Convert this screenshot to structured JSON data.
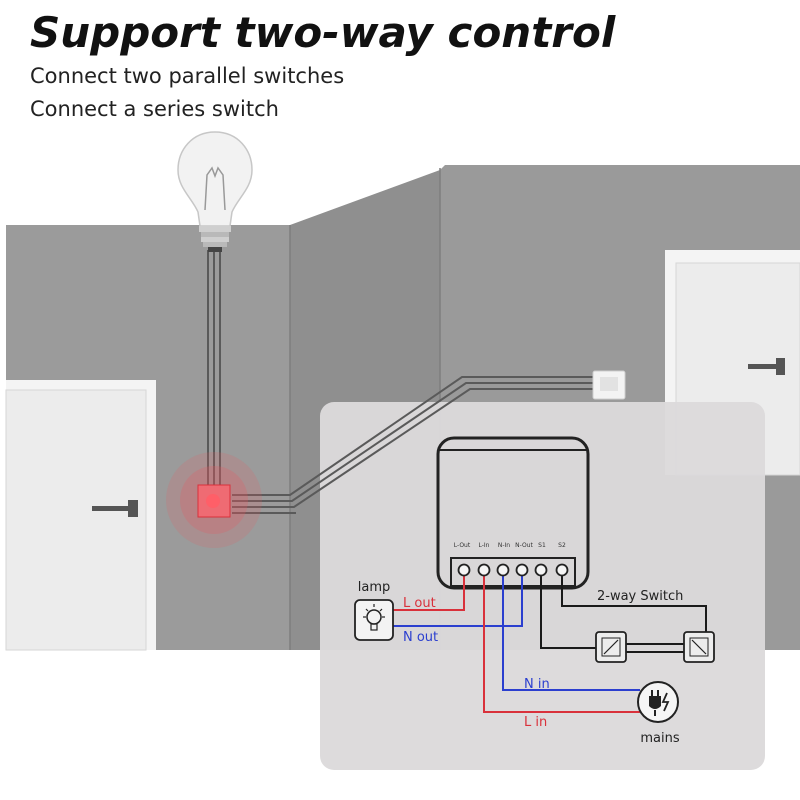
{
  "header": {
    "title": "Support two-way control",
    "subtitle_1": "Connect two parallel switches",
    "subtitle_2": "Connect a series switch"
  },
  "module": {
    "terminals": [
      "L-Out",
      "L-In",
      "N-In",
      "N-Out",
      "S1",
      "S2"
    ]
  },
  "labels": {
    "lamp": "lamp",
    "l_out": "L out",
    "n_out": "N out",
    "two_way_switch": "2-way Switch",
    "n_in": "N in",
    "l_in": "L in",
    "mains": "mains"
  },
  "colors": {
    "wall": "#9b9b9b",
    "wall_dark": "#8c8c8c",
    "panel": "#dcdadb",
    "live_wire": "#d9313b",
    "neutral_wire": "#2b3fcf",
    "switch_wire": "#1a1a1a",
    "highlight": "#e8585f"
  },
  "icons": {
    "bulb": "light-bulb-icon",
    "lamp": "lamp-icon",
    "plug": "plug-icon",
    "door_handle": "door-handle-icon"
  }
}
